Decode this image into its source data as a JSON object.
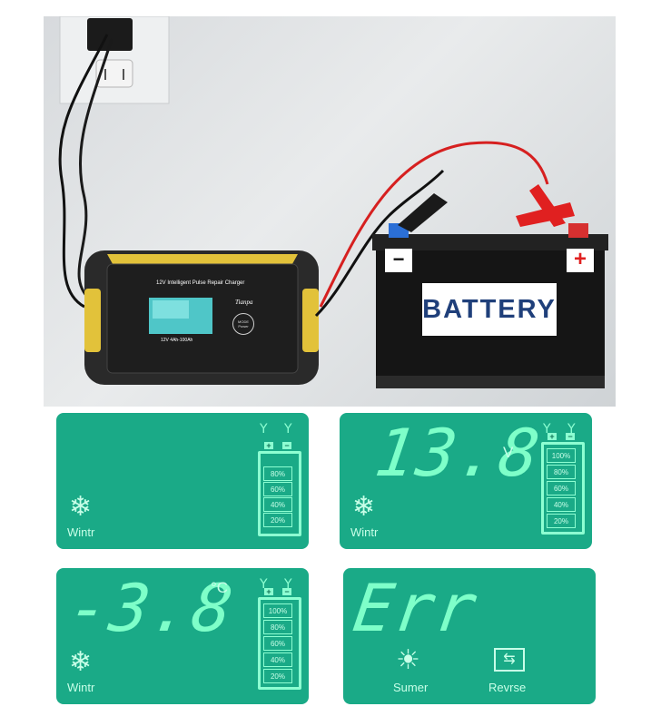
{
  "photo": {
    "battery_label": "BATTERY",
    "minus_sign": "−",
    "plus_sign": "+",
    "charger_title": "12V Intelligent Pulse Repair Charger",
    "charger_brand": "Tianpa",
    "charger_spec": "12V 4Ah-100Ah",
    "mode_button": "MODE Power"
  },
  "battery_levels": [
    "100%",
    "80%",
    "60%",
    "40%",
    "20%"
  ],
  "battery_levels_short": [
    "80%",
    "60%",
    "40%",
    "20%"
  ],
  "panels": {
    "winter_blank": {
      "mode_label": "Wintr",
      "icon": "snowflake-icon"
    },
    "voltage": {
      "reading": "13.8",
      "unit": "V",
      "mode_label": "Wintr",
      "icon": "snowflake-icon"
    },
    "temperature": {
      "reading": "-3.8",
      "unit": "°C",
      "mode_label": "Wintr",
      "icon": "snowflake-icon"
    },
    "error": {
      "reading": "Err",
      "summer_label": "Sumer",
      "reverse_label": "Revrse",
      "icons": [
        "sun-icon",
        "reverse-icon"
      ]
    }
  },
  "indicator": "Y Y",
  "colors": {
    "lcd_green": "#1aaa87",
    "segment": "#7effc9",
    "charger_yellow": "#e2c23a",
    "clip_red": "#e02020"
  }
}
